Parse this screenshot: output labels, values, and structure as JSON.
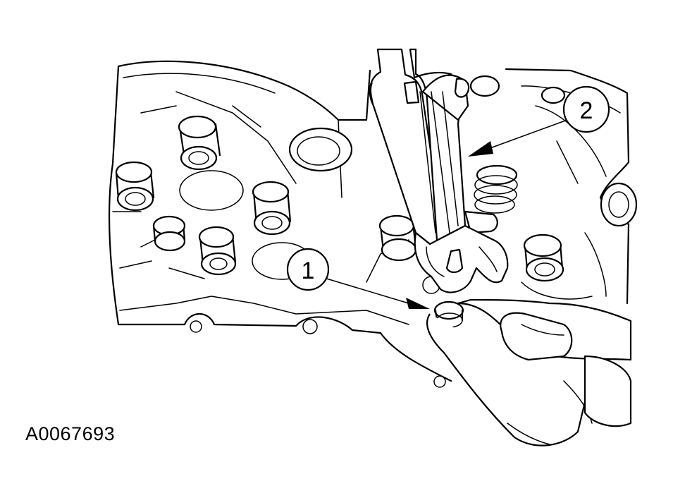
{
  "callouts": [
    {
      "label": "1"
    },
    {
      "label": "2"
    }
  ],
  "figure_id": "A0067693"
}
